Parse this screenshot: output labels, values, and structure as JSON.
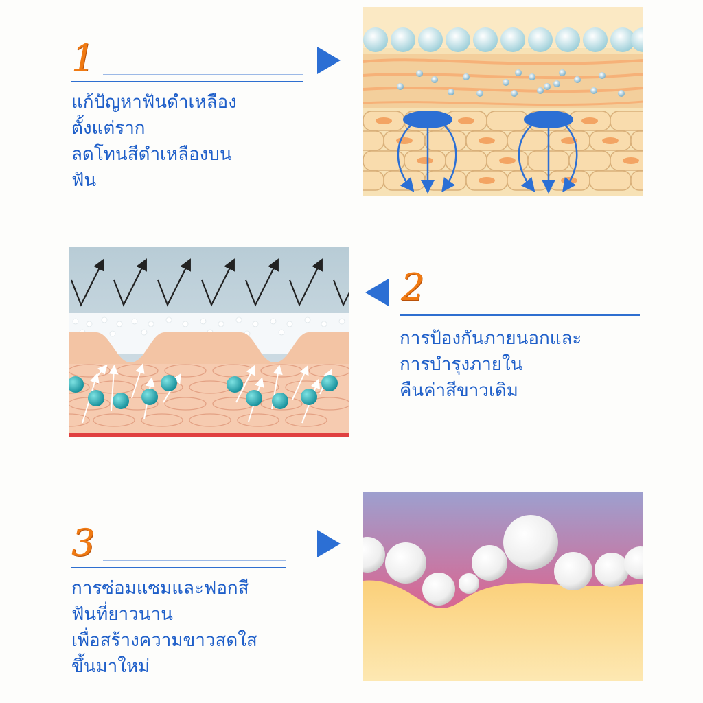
{
  "colors": {
    "number": "#f07a12",
    "text": "#1f5fc9",
    "arrow": "#2c6fd4"
  },
  "steps": [
    {
      "number": "1",
      "lines": [
        "แก้ปัญหาฟันดำเหลือง",
        "ตั้งแต่ราก",
        "ลดโทนสีดำเหลืองบน",
        "ฟัน"
      ]
    },
    {
      "number": "2",
      "lines": [
        "การป้องกันภายนอกและ",
        "การบำรุงภายใน",
        "คืนค่าสีขาวเดิม"
      ]
    },
    {
      "number": "3",
      "lines": [
        "การซ่อมแซมและฟอกสี",
        "ฟันที่ยาวนาน",
        "เพื่อสร้างความขาวสดใส",
        "ขึ้นมาใหม่"
      ]
    }
  ],
  "icons": {
    "step1_pointer": "triangle-right-icon",
    "step2_pointer": "triangle-left-icon",
    "step3_pointer": "triangle-right-icon"
  }
}
